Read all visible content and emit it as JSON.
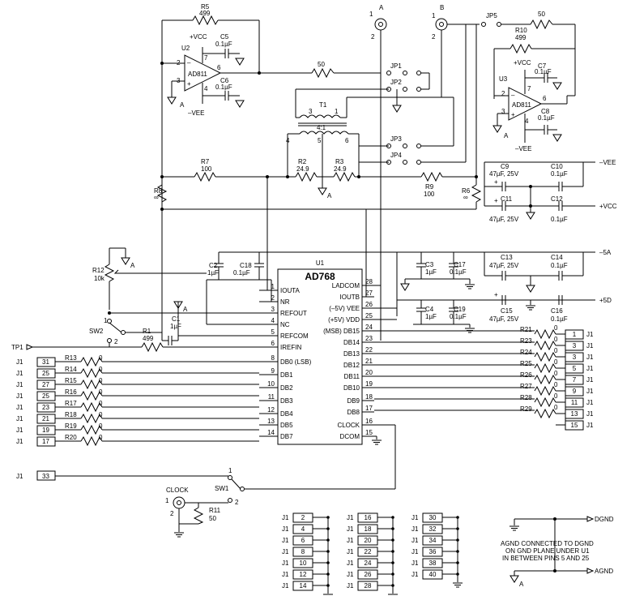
{
  "chip": {
    "ref": "U1",
    "name": "AD768"
  },
  "pins_left": [
    {
      "num": "1",
      "name": "IOUTA"
    },
    {
      "num": "2",
      "name": "NR"
    },
    {
      "num": "3",
      "name": "REFOUT"
    },
    {
      "num": "4",
      "name": "NC"
    },
    {
      "num": "5",
      "name": "REFCOM"
    },
    {
      "num": "6",
      "name": "IREFIN"
    },
    {
      "num": "8",
      "name": "DB0 (LSB)"
    },
    {
      "num": "9",
      "name": "DB1"
    },
    {
      "num": "10",
      "name": "DB2"
    },
    {
      "num": "11",
      "name": "DB3"
    },
    {
      "num": "12",
      "name": "DB4"
    },
    {
      "num": "13",
      "name": "DB5"
    },
    {
      "num": "14",
      "name": "DB7"
    }
  ],
  "pins_right": [
    {
      "num": "28",
      "name": "LADCOM"
    },
    {
      "num": "27",
      "name": "IOUTB"
    },
    {
      "num": "26",
      "name": "(–5V) VEE"
    },
    {
      "num": "25",
      "name": "(+5V) VDD"
    },
    {
      "num": "24",
      "name": "(MSB) DB15"
    },
    {
      "num": "23",
      "name": "DB14"
    },
    {
      "num": "22",
      "name": "DB13"
    },
    {
      "num": "21",
      "name": "DB12"
    },
    {
      "num": "20",
      "name": "DB11"
    },
    {
      "num": "19",
      "name": "DB10"
    },
    {
      "num": "18",
      "name": "DB9"
    },
    {
      "num": "17",
      "name": "DB8"
    },
    {
      "num": "16",
      "name": "CLOCK"
    },
    {
      "num": "15",
      "name": "DCOM"
    }
  ],
  "left_inputs": [
    {
      "j": "J1",
      "pin": "31",
      "r": "R13",
      "val": "0"
    },
    {
      "j": "J1",
      "pin": "25",
      "r": "R14",
      "val": "0"
    },
    {
      "j": "J1",
      "pin": "27",
      "r": "R15",
      "val": "0"
    },
    {
      "j": "J1",
      "pin": "25",
      "r": "R16",
      "val": "0"
    },
    {
      "j": "J1",
      "pin": "23",
      "r": "R17",
      "val": "0"
    },
    {
      "j": "J1",
      "pin": "21",
      "r": "R18",
      "val": "0"
    },
    {
      "j": "J1",
      "pin": "19",
      "r": "R19",
      "val": "0"
    },
    {
      "j": "J1",
      "pin": "17",
      "r": "R20",
      "val": "0"
    }
  ],
  "right_inputs": [
    {
      "j": "J1",
      "pin": "1",
      "r": "R21",
      "val": "0"
    },
    {
      "j": "J1",
      "pin": "3",
      "r": "R23",
      "val": "0"
    },
    {
      "j": "J1",
      "pin": "3",
      "r": "R24",
      "val": "0"
    },
    {
      "j": "J1",
      "pin": "5",
      "r": "R25",
      "val": "0"
    },
    {
      "j": "J1",
      "pin": "7",
      "r": "R26",
      "val": "0"
    },
    {
      "j": "J1",
      "pin": "9",
      "r": "R27",
      "val": "0"
    },
    {
      "j": "J1",
      "pin": "11",
      "r": "R28",
      "val": "0"
    },
    {
      "j": "J1",
      "pin": "13",
      "r": "R29",
      "val": "0"
    },
    {
      "j": "J1",
      "pin": "15",
      "r": "",
      "val": ""
    }
  ],
  "ground_pins": [
    [
      "2",
      "4",
      "6",
      "8",
      "10",
      "12",
      "14"
    ],
    [
      "16",
      "18",
      "20",
      "22",
      "24",
      "26",
      "28"
    ],
    [
      "30",
      "32",
      "34",
      "36",
      "38",
      "40"
    ]
  ],
  "j1_label": "J1",
  "clock_pin": "33",
  "labels": {
    "r5": "R5",
    "r5v": "499",
    "vcc": "+VCC",
    "vee": "–VEE",
    "u2": "U2",
    "u3": "U3",
    "ad811": "AD811",
    "c5": "C5",
    "c6": "C6",
    "c7": "C7",
    "c8": "C8",
    "cap01": "0.1µF",
    "fifty": "50",
    "jp1": "JP1",
    "jp2": "JP2",
    "jp3": "JP3",
    "jp4": "JP4",
    "jp5": "JP5",
    "t1": "T1",
    "ratio": "4:1",
    "r7": "R7",
    "r7v": "100",
    "r2": "R2",
    "r2v": "24.9",
    "r3": "R3",
    "r3v": "24.9",
    "r9": "R9",
    "r9v": "100",
    "r8": "R8",
    "r6": "R6",
    "inf": "∞",
    "r10": "R10",
    "r10v": "499",
    "a": "A",
    "b": "B",
    "c9": "C9",
    "c10": "C10",
    "c11": "C11",
    "c12": "C12",
    "c13": "C13",
    "c14": "C14",
    "c15": "C15",
    "c16": "C16",
    "c47": "47µF, 25V",
    "vee_rail": "–VEE",
    "vcc_rail": "+VCC",
    "m5a": "–5A",
    "p5d": "+5D",
    "c2": "C2",
    "c18": "C18",
    "c3": "C3",
    "c17": "C17",
    "c4": "C4",
    "c19": "C19",
    "c1uf": "1µF",
    "r12": "R12",
    "r12v": "10k",
    "c1": "C1",
    "r1": "R1",
    "r1v": "499",
    "sw2": "SW2",
    "tp1": "TP1",
    "sw1": "SW1",
    "clock": "CLOCK",
    "r11": "R11",
    "r11v": "50",
    "dgnd": "DGND",
    "agnd": "AGND",
    "note1": "AGND CONNECTED TO DGND",
    "note2": "ON GND PLANE UNDER U1",
    "note3": "IN BETWEEN  PINS 5 AND 25",
    "n1": "1",
    "n2": "2",
    "n3": "3",
    "n4": "4",
    "n5": "5",
    "n6": "6",
    "n7": "7"
  }
}
